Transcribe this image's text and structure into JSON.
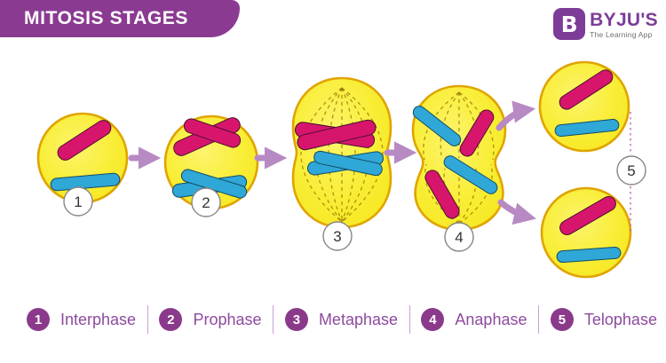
{
  "header": {
    "title": "MITOSIS STAGES"
  },
  "logo": {
    "icon_letter": "B",
    "brand": "BYJU'S",
    "tagline": "The Learning App"
  },
  "stages": [
    {
      "num": "1",
      "label": "Interphase"
    },
    {
      "num": "2",
      "label": "Prophase"
    },
    {
      "num": "3",
      "label": "Metaphase"
    },
    {
      "num": "4",
      "label": "Anaphase"
    },
    {
      "num": "5",
      "label": "Telophase"
    }
  ],
  "colors": {
    "header-purple": "#8b3a92",
    "legend-purple": "#8b3a8b",
    "label-purple": "#8d4a9e",
    "logo-purple": "#7d3c98",
    "cell-yellow": "#f8ea25",
    "cell-border": "#e0a400",
    "pink": "#d8156d",
    "blue": "#2fa7d7",
    "arrow": "#b78ac3",
    "spindle": "#9c7a00",
    "connector": "#bb5fb0",
    "tagline-gray": "#6e6e6e"
  }
}
